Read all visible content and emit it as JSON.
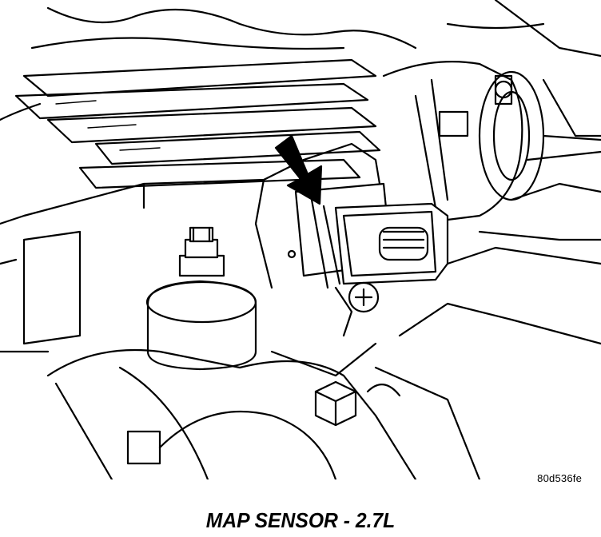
{
  "figure": {
    "code": "80d536fe",
    "caption": "MAP SENSOR - 2.7L"
  },
  "illustration": {
    "subject": "map-sensor-on-intake-manifold",
    "pointer": "arrow-pointing-to-sensor",
    "line_color": "#000000",
    "background": "#ffffff"
  }
}
